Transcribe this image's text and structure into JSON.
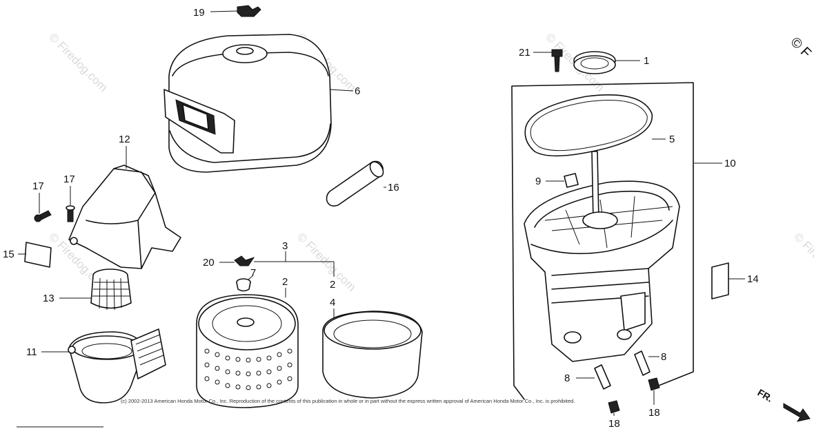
{
  "callouts": {
    "c1": "1",
    "c2a": "2",
    "c2b": "2",
    "c3": "3",
    "c4": "4",
    "c5": "5",
    "c6": "6",
    "c7": "7",
    "c8a": "8",
    "c8b": "8",
    "c9": "9",
    "c10": "10",
    "c11": "11",
    "c12": "12",
    "c13": "13",
    "c14": "14",
    "c15": "15",
    "c16": "16",
    "c17a": "17",
    "c17b": "17",
    "c18a": "18",
    "c18b": "18",
    "c19": "19",
    "c20": "20",
    "c21": "21"
  },
  "watermark": {
    "text": "© Firedog.com",
    "corner": "© F"
  },
  "copyright": "(c) 2002-2013 American Honda Motor Co., Inc. Reproduction of the contents of this publication in whole or in part without the express written approval of American Honda Motor Co., Inc. is prohibited.",
  "direction_marker": "FR."
}
